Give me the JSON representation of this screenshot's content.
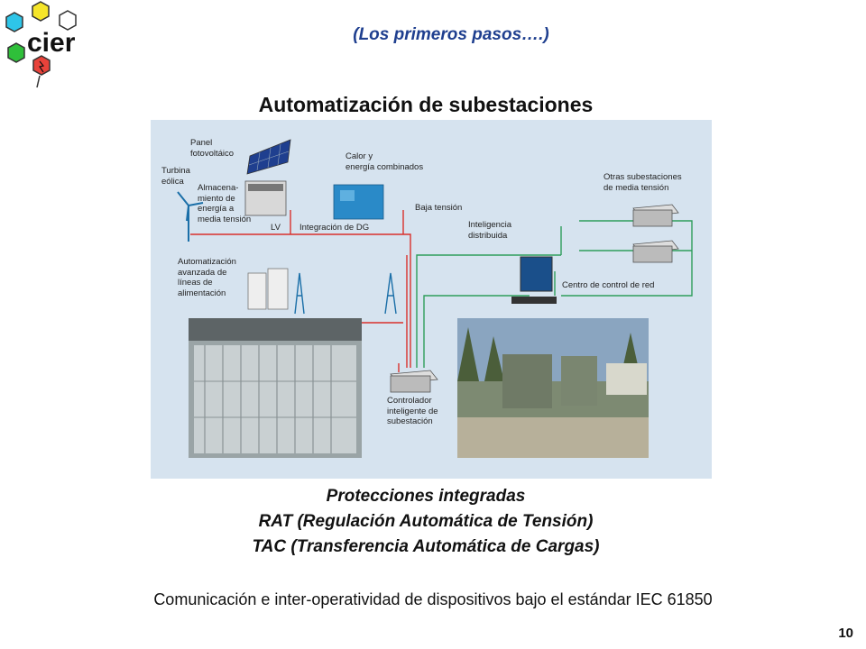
{
  "header": {
    "logo_text": "cier",
    "subtitle": "(Los primeros pasos….)",
    "title": "Automatización de subestaciones"
  },
  "diagram": {
    "labels": {
      "panel": "Panel\nfotovoltáico",
      "turbina": "Turbina\neólica",
      "almacenamiento": "Almacena-\nmiento de\nenergía a\nmedia tensión",
      "lv": "LV",
      "calor": "Calor y\nenergía combinados",
      "integracion_dg": "Integración de DG",
      "baja_tension": "Baja tensión",
      "otras_subestaciones": "Otras subestaciones\nde media tensión",
      "inteligencia": "Inteligencia\ndistribuida",
      "automatizacion": "Automatización\navanzada de\nlíneas de\nalimentación",
      "centro_control": "Centro de control de red",
      "controlador": "Controlador\ninteligente de\nsubestación"
    }
  },
  "bullets": [
    "Protecciones integradas",
    "RAT (Regulación Automática de Tensión)",
    "TAC (Transferencia Automática de Cargas)"
  ],
  "footer": "Comunicación  e inter-operatividad de dispositivos bajo el estándar IEC 61850",
  "page_number": "10",
  "colors": {
    "subtitle": "#1f3f8f",
    "diagram_bg": "#d6e3ef",
    "red_line": "#d9302b",
    "green_line": "#2e9e5b"
  }
}
